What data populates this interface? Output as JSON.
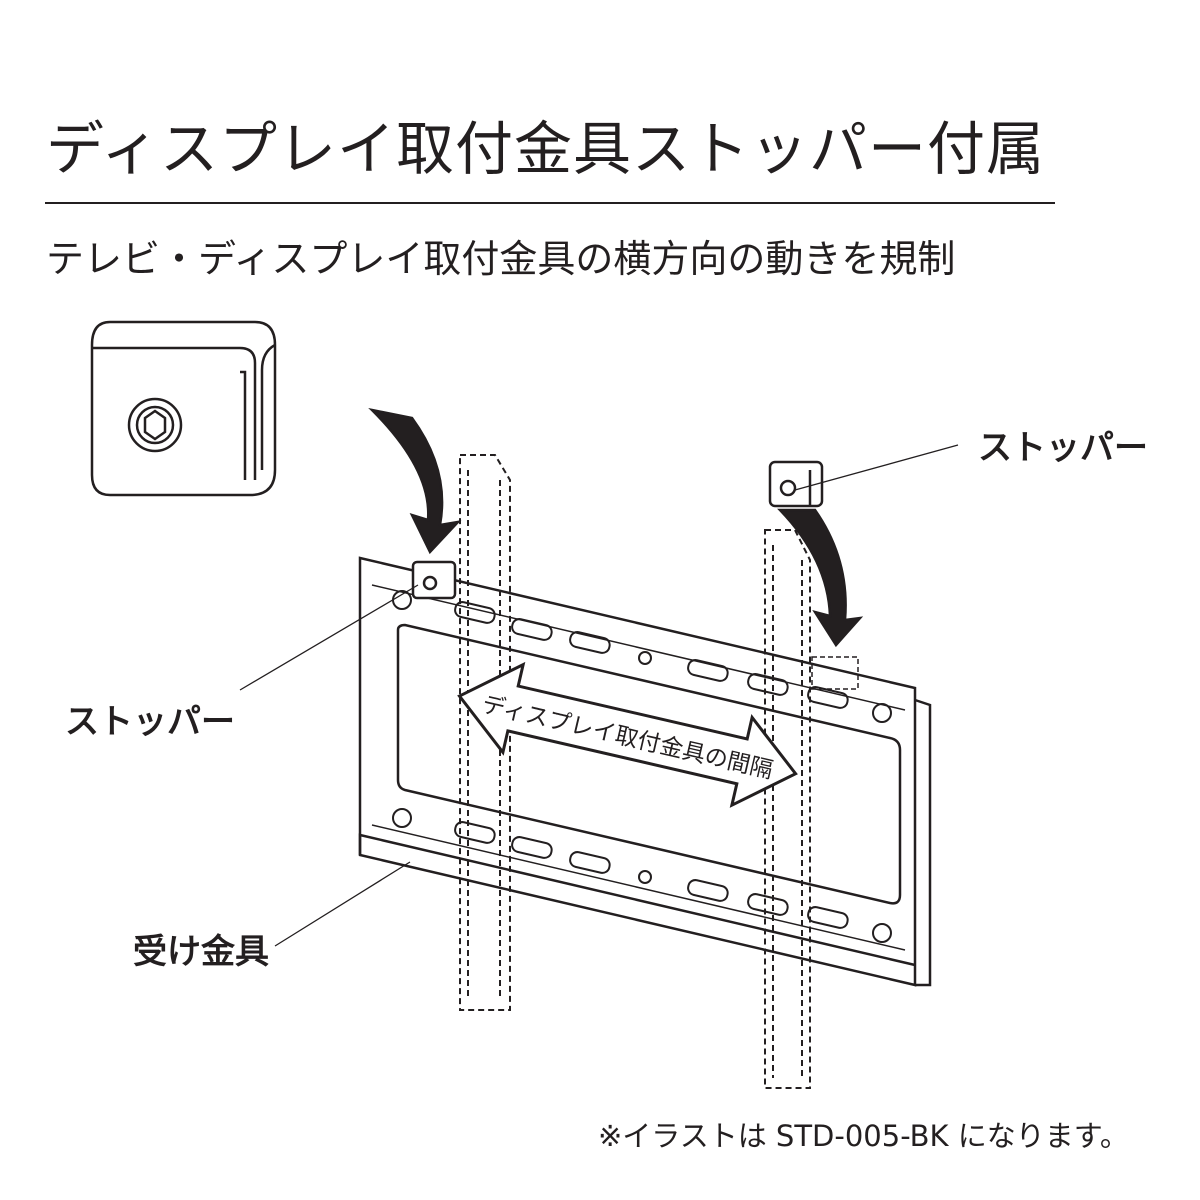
{
  "title": "ディスプレイ取付金具ストッパー付属",
  "subtitle": "テレビ・ディスプレイ取付金具の横方向の動きを規制",
  "labels": {
    "stopper_right": "ストッパー",
    "stopper_left": "ストッパー",
    "receiver": "受け金具",
    "arrow_text": "ディスプレイ取付金具の間隔"
  },
  "note": "※イラストは STD-005-BK になります。"
}
